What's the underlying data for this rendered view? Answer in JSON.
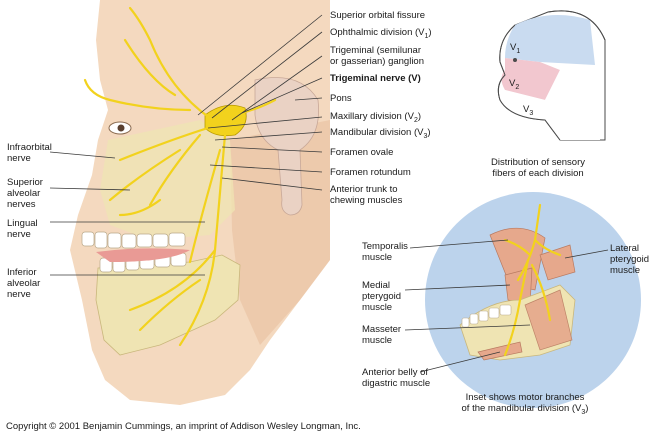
{
  "right_labels": [
    {
      "key": "superior_orbital_fissure",
      "text": "Superior orbital fissure"
    },
    {
      "key": "ophthalmic",
      "text": "Ophthalmic division (V",
      "sub": "1",
      "tail": ")"
    },
    {
      "key": "trigeminal_ganglion_1",
      "text": "Trigeminal (semilunar"
    },
    {
      "key": "trigeminal_ganglion_2",
      "text": "or gasserian) ganglion"
    },
    {
      "key": "trigeminal_nerve",
      "text": "Trigeminal nerve (V)"
    },
    {
      "key": "pons",
      "text": "Pons"
    },
    {
      "key": "maxillary",
      "text": "Maxillary division (V",
      "sub": "2",
      "tail": ")"
    },
    {
      "key": "mandibular",
      "text": "Mandibular division (V",
      "sub": "3",
      "tail": ")"
    },
    {
      "key": "foramen_ovale",
      "text": "Foramen ovale"
    },
    {
      "key": "foramen_rotundum",
      "text": "Foramen rotundum"
    },
    {
      "key": "anterior_trunk_1",
      "text": "Anterior trunk to"
    },
    {
      "key": "anterior_trunk_2",
      "text": "chewing muscles"
    }
  ],
  "left_labels": [
    {
      "key": "infraorbital_1",
      "text": "Infraorbital"
    },
    {
      "key": "infraorbital_2",
      "text": "nerve"
    },
    {
      "key": "superior_alveolar_1",
      "text": "Superior"
    },
    {
      "key": "superior_alveolar_2",
      "text": "alveolar"
    },
    {
      "key": "superior_alveolar_3",
      "text": "nerves"
    },
    {
      "key": "lingual_1",
      "text": "Lingual"
    },
    {
      "key": "lingual_2",
      "text": "nerve"
    },
    {
      "key": "inferior_alveolar_1",
      "text": "Inferior"
    },
    {
      "key": "inferior_alveolar_2",
      "text": "alveolar"
    },
    {
      "key": "inferior_alveolar_3",
      "text": "nerve"
    }
  ],
  "sensory_inset": {
    "regions": [
      {
        "key": "v1",
        "text": "V",
        "sub": "1"
      },
      {
        "key": "v2",
        "text": "V",
        "sub": "2"
      },
      {
        "key": "v3",
        "text": "V",
        "sub": "3"
      }
    ],
    "caption_1": "Distribution of sensory",
    "caption_2": "fibers of each division"
  },
  "motor_inset": {
    "temporalis_1": "Temporalis",
    "temporalis_2": "muscle",
    "lateral_pterygoid_1": "Lateral",
    "lateral_pterygoid_2": "pterygoid",
    "lateral_pterygoid_3": "muscle",
    "medial_pterygoid_1": "Medial",
    "medial_pterygoid_2": "pterygoid",
    "medial_pterygoid_3": "muscle",
    "masseter_1": "Masseter",
    "masseter_2": "muscle",
    "digastric_1": "Anterior belly of",
    "digastric_2": "digastric muscle",
    "caption_1": "Inset shows motor branches",
    "caption_2": "of the mandibular division (V",
    "caption_2_sub": "3",
    "caption_2_tail": ")"
  },
  "copyright": "Copyright © 2001 Benjamin Cummings, an imprint of Addison Wesley Longman, Inc.",
  "colors": {
    "skin": "#f4d9bf",
    "skin_shadow": "#e7bfa0",
    "bone": "#efe4b3",
    "nerve": "#f2d21d",
    "nerve_outline": "#b89a00",
    "muscle": "#e6a88c",
    "inset_circle": "#bcd3ec",
    "pons": "#ead2c4",
    "leader": "#3a3a3a"
  }
}
